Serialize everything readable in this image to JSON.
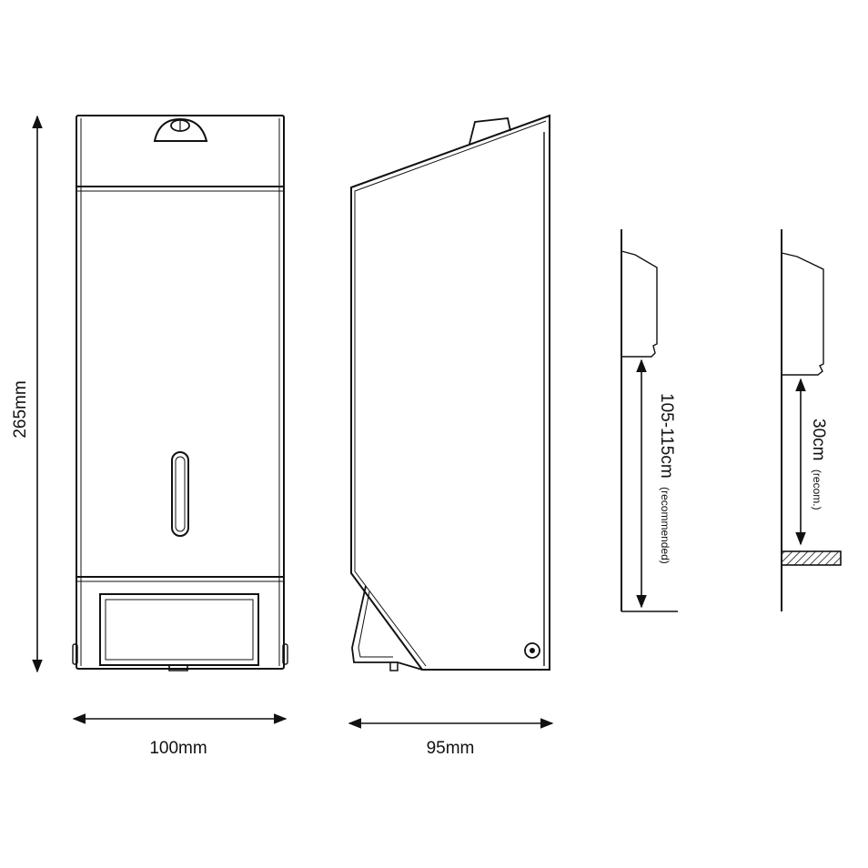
{
  "dimensions": {
    "height": "265mm",
    "width": "100mm",
    "depth": "95mm"
  },
  "mounting": {
    "adult": {
      "main": "105-115cm",
      "note": "(recommended)"
    },
    "child": {
      "main": "30cm",
      "note": "(recom.)"
    }
  },
  "colors": {
    "stroke": "#111111",
    "background": "#ffffff"
  }
}
